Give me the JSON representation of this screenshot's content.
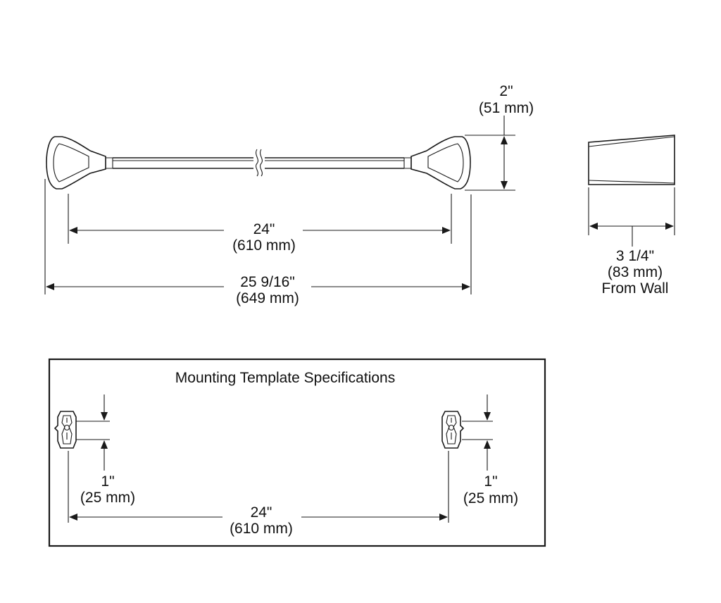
{
  "dimensions": {
    "overall_height": {
      "primary": "2\"",
      "metric": "(51 mm)"
    },
    "mounting_centers": {
      "primary": "24\"",
      "metric": "(610 mm)"
    },
    "overall_length": {
      "primary": "25 9/16\"",
      "metric": "(649 mm)"
    },
    "projection": {
      "primary": "3 1/4\"",
      "metric": "(83 mm)",
      "note": "From Wall"
    }
  },
  "template": {
    "title": "Mounting Template Specifications",
    "left_offset": {
      "primary": "1\"",
      "metric": "(25 mm)"
    },
    "right_offset": {
      "primary": "1\"",
      "metric": "(25 mm)"
    },
    "center_spacing": {
      "primary": "24\"",
      "metric": "(610 mm)"
    }
  }
}
